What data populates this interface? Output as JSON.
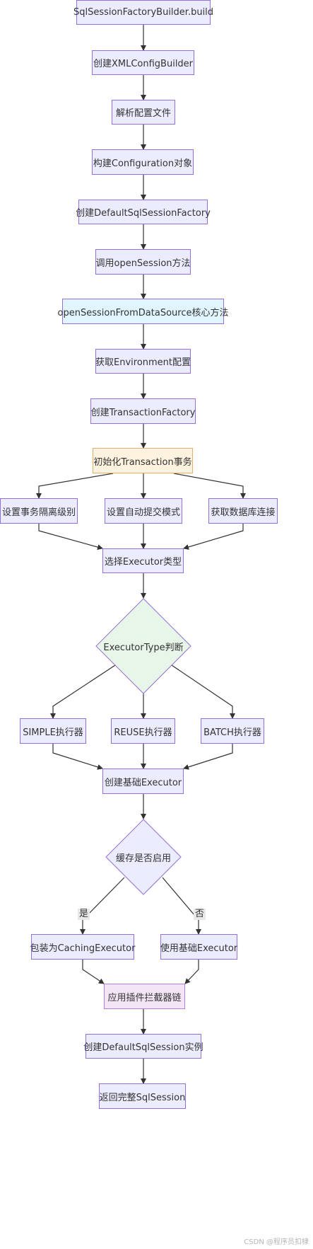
{
  "nodes": {
    "build": "SqlSessionFactoryBuilder.build",
    "xml_config": "创建XMLConfigBuilder",
    "parse": "解析配置文件",
    "configuration": "构建Configuration对象",
    "default_factory": "创建DefaultSqlSessionFactory",
    "open_session": "调用openSession方法",
    "from_datasource": "openSessionFromDataSource核心方法",
    "environment": "获取Environment配置",
    "transaction_factory": "创建TransactionFactory",
    "init_transaction": "初始化Transaction事务",
    "isolation": "设置事务隔离级别",
    "autocommit": "设置自动提交模式",
    "connection": "获取数据库连接",
    "select_executor": "选择Executor类型",
    "executor_type": "ExecutorType判断",
    "simple": "SIMPLE执行器",
    "reuse": "REUSE执行器",
    "batch": "BATCH执行器",
    "base_executor": "创建基础Executor",
    "cache_enabled": "缓存是否启用",
    "caching_executor": "包装为CachingExecutor",
    "use_base": "使用基础Executor",
    "plugins": "应用插件拦截器链",
    "default_session": "创建DefaultSqlSession实例",
    "return_session": "返回完整SqlSession"
  },
  "edge_labels": {
    "yes": "是",
    "no": "否"
  },
  "colors": {
    "node_fill": "#ececff",
    "node_border": "#9370db",
    "highlight_blue": "#e1f5fe",
    "highlight_orange": "#fff3e0",
    "highlight_green": "#e8f5e9",
    "highlight_pink": "#f3e5f5",
    "edge": "#333333"
  },
  "watermark": "CSDN @程序员扣棣"
}
